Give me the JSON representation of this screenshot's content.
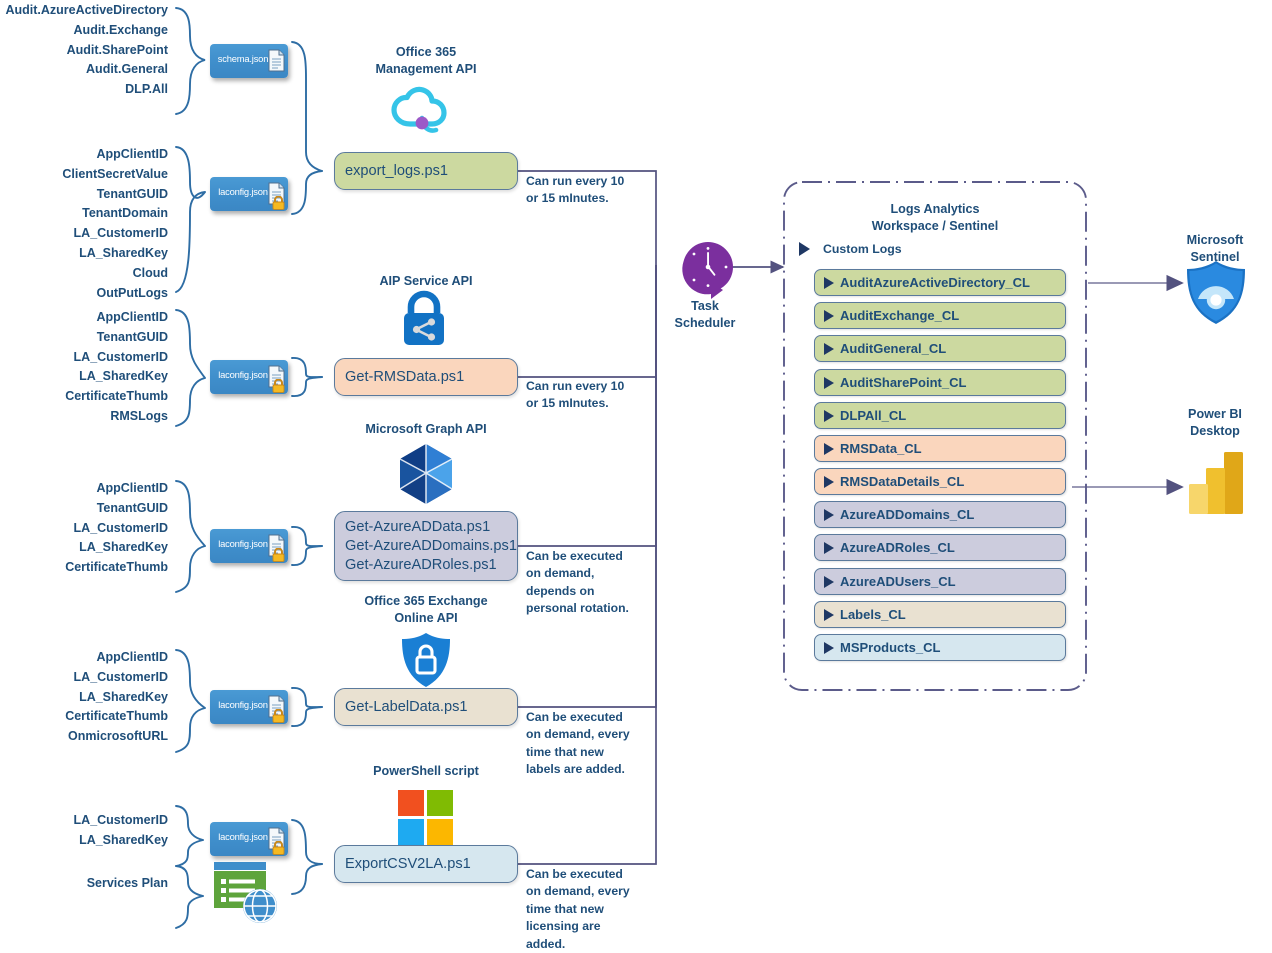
{
  "colors": {
    "green": "#ccd9a0",
    "orange": "#fad6bd",
    "lavender": "#ccccdd",
    "beige": "#e9e1d1",
    "lightblue": "#d6e7ef",
    "chip_blue": "#3f8ecb",
    "text_blue": "#1f4e79",
    "brace_blue": "#2e6da4",
    "connector_purple": "#5b5b8a",
    "scheduler_purple": "#7b2f9e"
  },
  "param_groups": [
    {
      "name": "schema-params",
      "items": [
        "Audit.AzureActiveDirectory",
        "Audit.Exchange",
        "Audit.SharePoint",
        "Audit.General",
        "DLP.All"
      ],
      "chip": {
        "label": "schema.json",
        "locked": false
      }
    },
    {
      "name": "laconfig-params-1",
      "items": [
        "AppClientID",
        "ClientSecretValue",
        "TenantGUID",
        "TenantDomain",
        "LA_CustomerID",
        "LA_SharedKey",
        "Cloud",
        "OutPutLogs"
      ],
      "chip": {
        "label": "laconfig.json",
        "locked": true
      }
    },
    {
      "name": "laconfig-params-2",
      "items": [
        "AppClientID",
        "TenantGUID",
        "LA_CustomerID",
        "LA_SharedKey",
        "CertificateThumb",
        "RMSLogs"
      ],
      "chip": {
        "label": "laconfig.json",
        "locked": true
      }
    },
    {
      "name": "laconfig-params-3",
      "items": [
        "AppClientID",
        "TenantGUID",
        "LA_CustomerID",
        "LA_SharedKey",
        "CertificateThumb"
      ],
      "chip": {
        "label": "laconfig.json",
        "locked": true
      }
    },
    {
      "name": "laconfig-params-4",
      "items": [
        "AppClientID",
        "LA_CustomerID",
        "LA_SharedKey",
        "CertificateThumb",
        "OnmicrosoftURL"
      ],
      "chip": {
        "label": "laconfig.json",
        "locked": true
      }
    },
    {
      "name": "laconfig-params-5",
      "items": [
        "LA_CustomerID",
        "LA_SharedKey"
      ],
      "chip": {
        "label": "laconfig.json",
        "locked": true
      }
    },
    {
      "name": "services-plan-params",
      "items": [
        "Services Plan"
      ],
      "chip": null
    }
  ],
  "apis": [
    {
      "caption": "Office 365\nManagement API",
      "caption_lines": [
        "Office 365",
        "Management API"
      ],
      "icon": "o365-cloud-icon"
    },
    {
      "caption_lines": [
        "AIP Service API"
      ],
      "icon": "aip-lock-share-icon"
    },
    {
      "caption_lines": [
        "Microsoft Graph API"
      ],
      "icon": "ms-graph-icon"
    },
    {
      "caption_lines": [
        "Office 365 Exchange",
        "Online API"
      ],
      "icon": "exchange-shield-lock-icon"
    },
    {
      "caption_lines": [
        "PowerShell script"
      ],
      "icon": "microsoft-logo-icon"
    }
  ],
  "scripts": [
    {
      "name": "export-logs-script",
      "lines": [
        "export_logs.ps1"
      ],
      "fill": "#ccd9a0"
    },
    {
      "name": "get-rmsdata-script",
      "lines": [
        "Get-RMSData.ps1"
      ],
      "fill": "#fad6bd"
    },
    {
      "name": "get-azuread-scripts",
      "lines": [
        "Get-AzureADData.ps1",
        "Get-AzureADDomains.ps1",
        "Get-AzureADRoles.ps1"
      ],
      "fill": "#ccccdd"
    },
    {
      "name": "get-labeldata-script",
      "lines": [
        "Get-LabelData.ps1"
      ],
      "fill": "#e9e1d1"
    },
    {
      "name": "exportcsv2la-script",
      "lines": [
        "ExportCSV2LA.ps1"
      ],
      "fill": "#d6e7ef"
    }
  ],
  "notes": [
    {
      "name": "note-export-logs",
      "text": "Can run every 10 or 15 mInutes."
    },
    {
      "name": "note-rmsdata",
      "text": "Can run every 10 or 15 mInutes."
    },
    {
      "name": "note-azuread",
      "text": "Can be executed on demand, depends on personal rotation."
    },
    {
      "name": "note-labeldata",
      "text": "Can be executed on demand, every time that new labels are added."
    },
    {
      "name": "note-exportcsv",
      "text": "Can be executed on demand, every time that new licensing are added."
    }
  ],
  "scheduler": {
    "caption_lines": [
      "Task",
      "Scheduler"
    ],
    "icon": "clock-refresh-icon"
  },
  "log_analytics": {
    "title_lines": [
      "Logs Analytics",
      "Workspace / Sentinel"
    ],
    "custom_logs_label": "Custom Logs",
    "tables": [
      {
        "label": "AuditAzureActiveDirectory_CL",
        "fill": "#ccd9a0"
      },
      {
        "label": "AuditExchange_CL",
        "fill": "#ccd9a0"
      },
      {
        "label": "AuditGeneral_CL",
        "fill": "#ccd9a0"
      },
      {
        "label": "AuditSharePoint_CL",
        "fill": "#ccd9a0"
      },
      {
        "label": "DLPAll_CL",
        "fill": "#ccd9a0"
      },
      {
        "label": "RMSData_CL",
        "fill": "#fad6bd"
      },
      {
        "label": "RMSDataDetails_CL",
        "fill": "#fad6bd"
      },
      {
        "label": "AzureADDomains_CL",
        "fill": "#ccccdd"
      },
      {
        "label": "AzureADRoles_CL",
        "fill": "#ccccdd"
      },
      {
        "label": "AzureADUsers_CL",
        "fill": "#ccccdd"
      },
      {
        "label": "Labels_CL",
        "fill": "#e9e1d1"
      },
      {
        "label": "MSProducts_CL",
        "fill": "#d6e7ef"
      }
    ]
  },
  "destinations": [
    {
      "name": "microsoft-sentinel",
      "caption_lines": [
        "Microsoft",
        "Sentinel"
      ],
      "icon": "sentinel-shield-icon"
    },
    {
      "name": "power-bi-desktop",
      "caption_lines": [
        "Power BI",
        "Desktop"
      ],
      "icon": "powerbi-bars-icon"
    }
  ]
}
